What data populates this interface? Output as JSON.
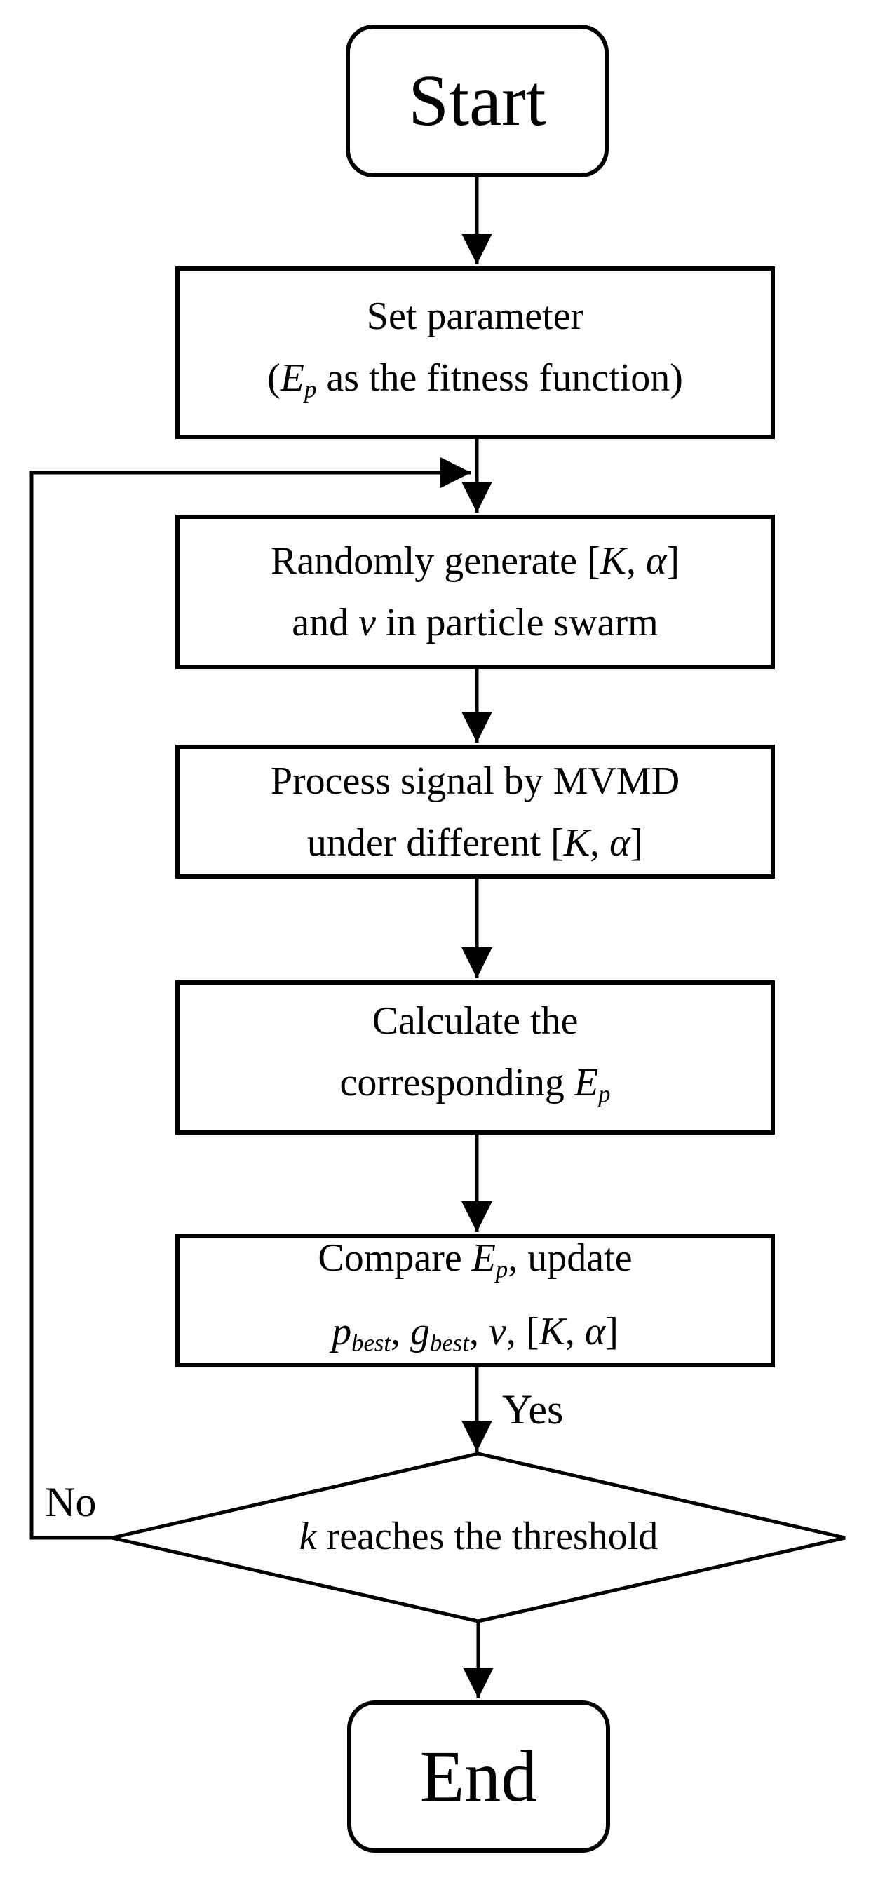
{
  "colors": {
    "ink": "#000000",
    "background": "#ffffff"
  },
  "nodes": {
    "start": {
      "label": "Start"
    },
    "set_parameter": {
      "line1": "Set parameter",
      "line2": {
        "pre": "(",
        "E": "E",
        "p_sub": "p",
        "post": " as the fitness function)"
      }
    },
    "random_generate": {
      "line1": {
        "pre": "Randomly generate [",
        "K": "K",
        "comma": ", ",
        "alpha": "α",
        "post": "]"
      },
      "line2": {
        "pre": "and ",
        "v": "v",
        "post": " in particle swarm"
      }
    },
    "process_signal": {
      "line1": "Process signal by MVMD",
      "line2": {
        "pre": "under different [",
        "K": "K",
        "comma": ", ",
        "alpha": "α",
        "post": "]"
      }
    },
    "calculate": {
      "line1": "Calculate the",
      "line2": {
        "pre": "corresponding ",
        "E": "E",
        "p_sub": "p"
      }
    },
    "compare": {
      "line1": {
        "pre": "Compare ",
        "E": "E",
        "p_sub": "p",
        "post": ", update"
      },
      "line2": {
        "p": "p",
        "p_sub": "best",
        "sep1": ", ",
        "g": "g",
        "g_sub": "best",
        "sep2": ", ",
        "v": "v",
        "sep3": ", [",
        "K": "K",
        "sep4": ", ",
        "alpha": "α",
        "close": "]"
      }
    },
    "decision": {
      "k": "k",
      "text": " reaches the threshold"
    },
    "end": {
      "label": "End"
    }
  },
  "edges": {
    "yes_label": "Yes",
    "no_label": "No"
  }
}
